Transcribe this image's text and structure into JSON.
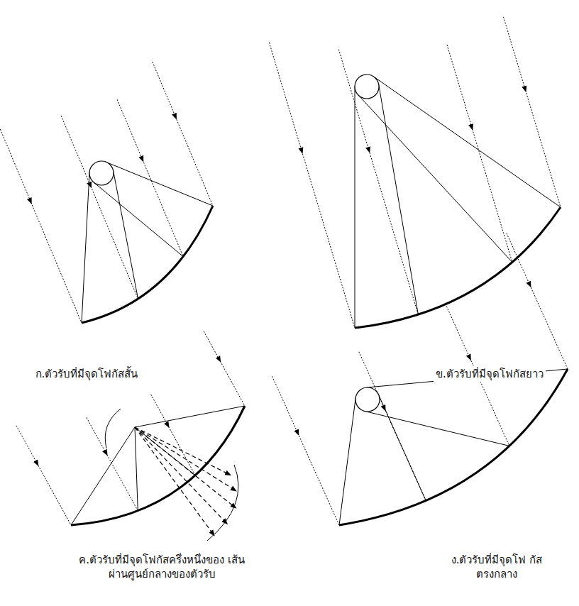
{
  "diagram": {
    "labels": [
      "ก.ตัวรับที่มีจุดโฟกัสสั้น",
      "ข.ตัวรับที่มีจุดโฟกัสยาว",
      "ค.ตัวรับที่มีจุดโฟกัสครึ่งหนึ่งของ เส้นผ่านศูนย์กลางของตัวรับ",
      "ง.ตัวรับที่มีจุดโฟ กัสตรงกลาง"
    ]
  }
}
